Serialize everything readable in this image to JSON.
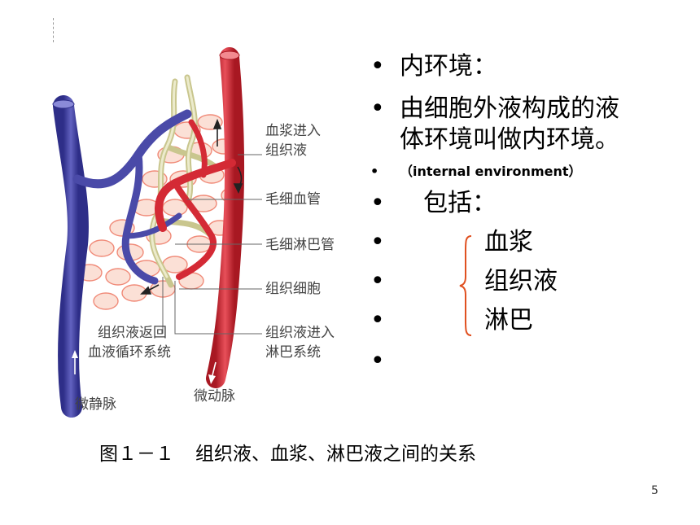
{
  "diagram": {
    "labels": {
      "plasma_in_1": "血浆进入",
      "plasma_in_2": "组织液",
      "capillary": "毛细血管",
      "lymph_capillary": "毛细淋巴管",
      "tissue_cell": "组织细胞",
      "return_1": "组织液返回",
      "return_2": "血液循环系统",
      "to_lymph_1": "组织液进入",
      "to_lymph_2": "淋巴系统",
      "venule": "微静脉",
      "arteriole": "微动脉"
    }
  },
  "bullets": {
    "b1": "内环境：",
    "b2a": "由细胞外液构成的液",
    "b2b": "体环境叫做内环境。",
    "b3": "（internal environment）",
    "b4": "包括：",
    "b5": "血浆",
    "b6": "组织液",
    "b7": "淋巴",
    "dot": "•"
  },
  "caption": {
    "fig": "图１－１",
    "text": "组织液、血浆、淋巴液之间的关系"
  },
  "page_number": "5",
  "colors": {
    "vein": "#4a4aa8",
    "artery": "#d42a35",
    "lymph": "#d9d7a3",
    "cells": "#f4a898",
    "brace": "#e05020"
  }
}
